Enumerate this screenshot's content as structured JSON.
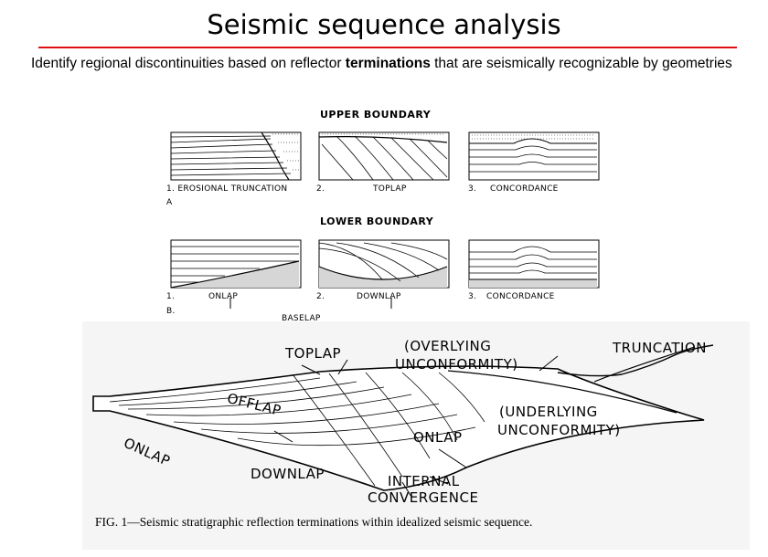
{
  "slide": {
    "title": "Seismic sequence analysis",
    "intro_before": "Identify regional discontinuities based on reflector ",
    "intro_bold": "terminations",
    "intro_after": " that are seismically recognizable by geometries"
  },
  "figure_top": {
    "upper_header": "UPPER BOUNDARY",
    "upper_labels": [
      "1. EROSIONAL TRUNCATION",
      "2.",
      "TOPLAP",
      "3.",
      "CONCORDANCE"
    ],
    "marker_a": "A",
    "lower_header": "LOWER BOUNDARY",
    "lower_labels": [
      "1.",
      "ONLAP",
      "2.",
      "DOWNLAP",
      "3.",
      "CONCORDANCE"
    ],
    "marker_b": "B.",
    "baselap": "BASELAP"
  },
  "figure_bottom": {
    "labels": {
      "toplap": "TOPLAP",
      "overlying": "(OVERLYING",
      "overlying2": "UNCONFORMITY)",
      "truncation": "TRUNCATION",
      "offlap": "OFFLAP",
      "underlying": "(UNDERLYING",
      "underlying2": "UNCONFORMITY)",
      "onlap_right": "ONLAP",
      "onlap_left": "ONLAP",
      "downlap": "DOWNLAP",
      "internal": "INTERNAL",
      "convergence": "CONVERGENCE"
    },
    "caption": "FIG. 1—Seismic stratigraphic reflection terminations within idealized seismic sequence."
  }
}
